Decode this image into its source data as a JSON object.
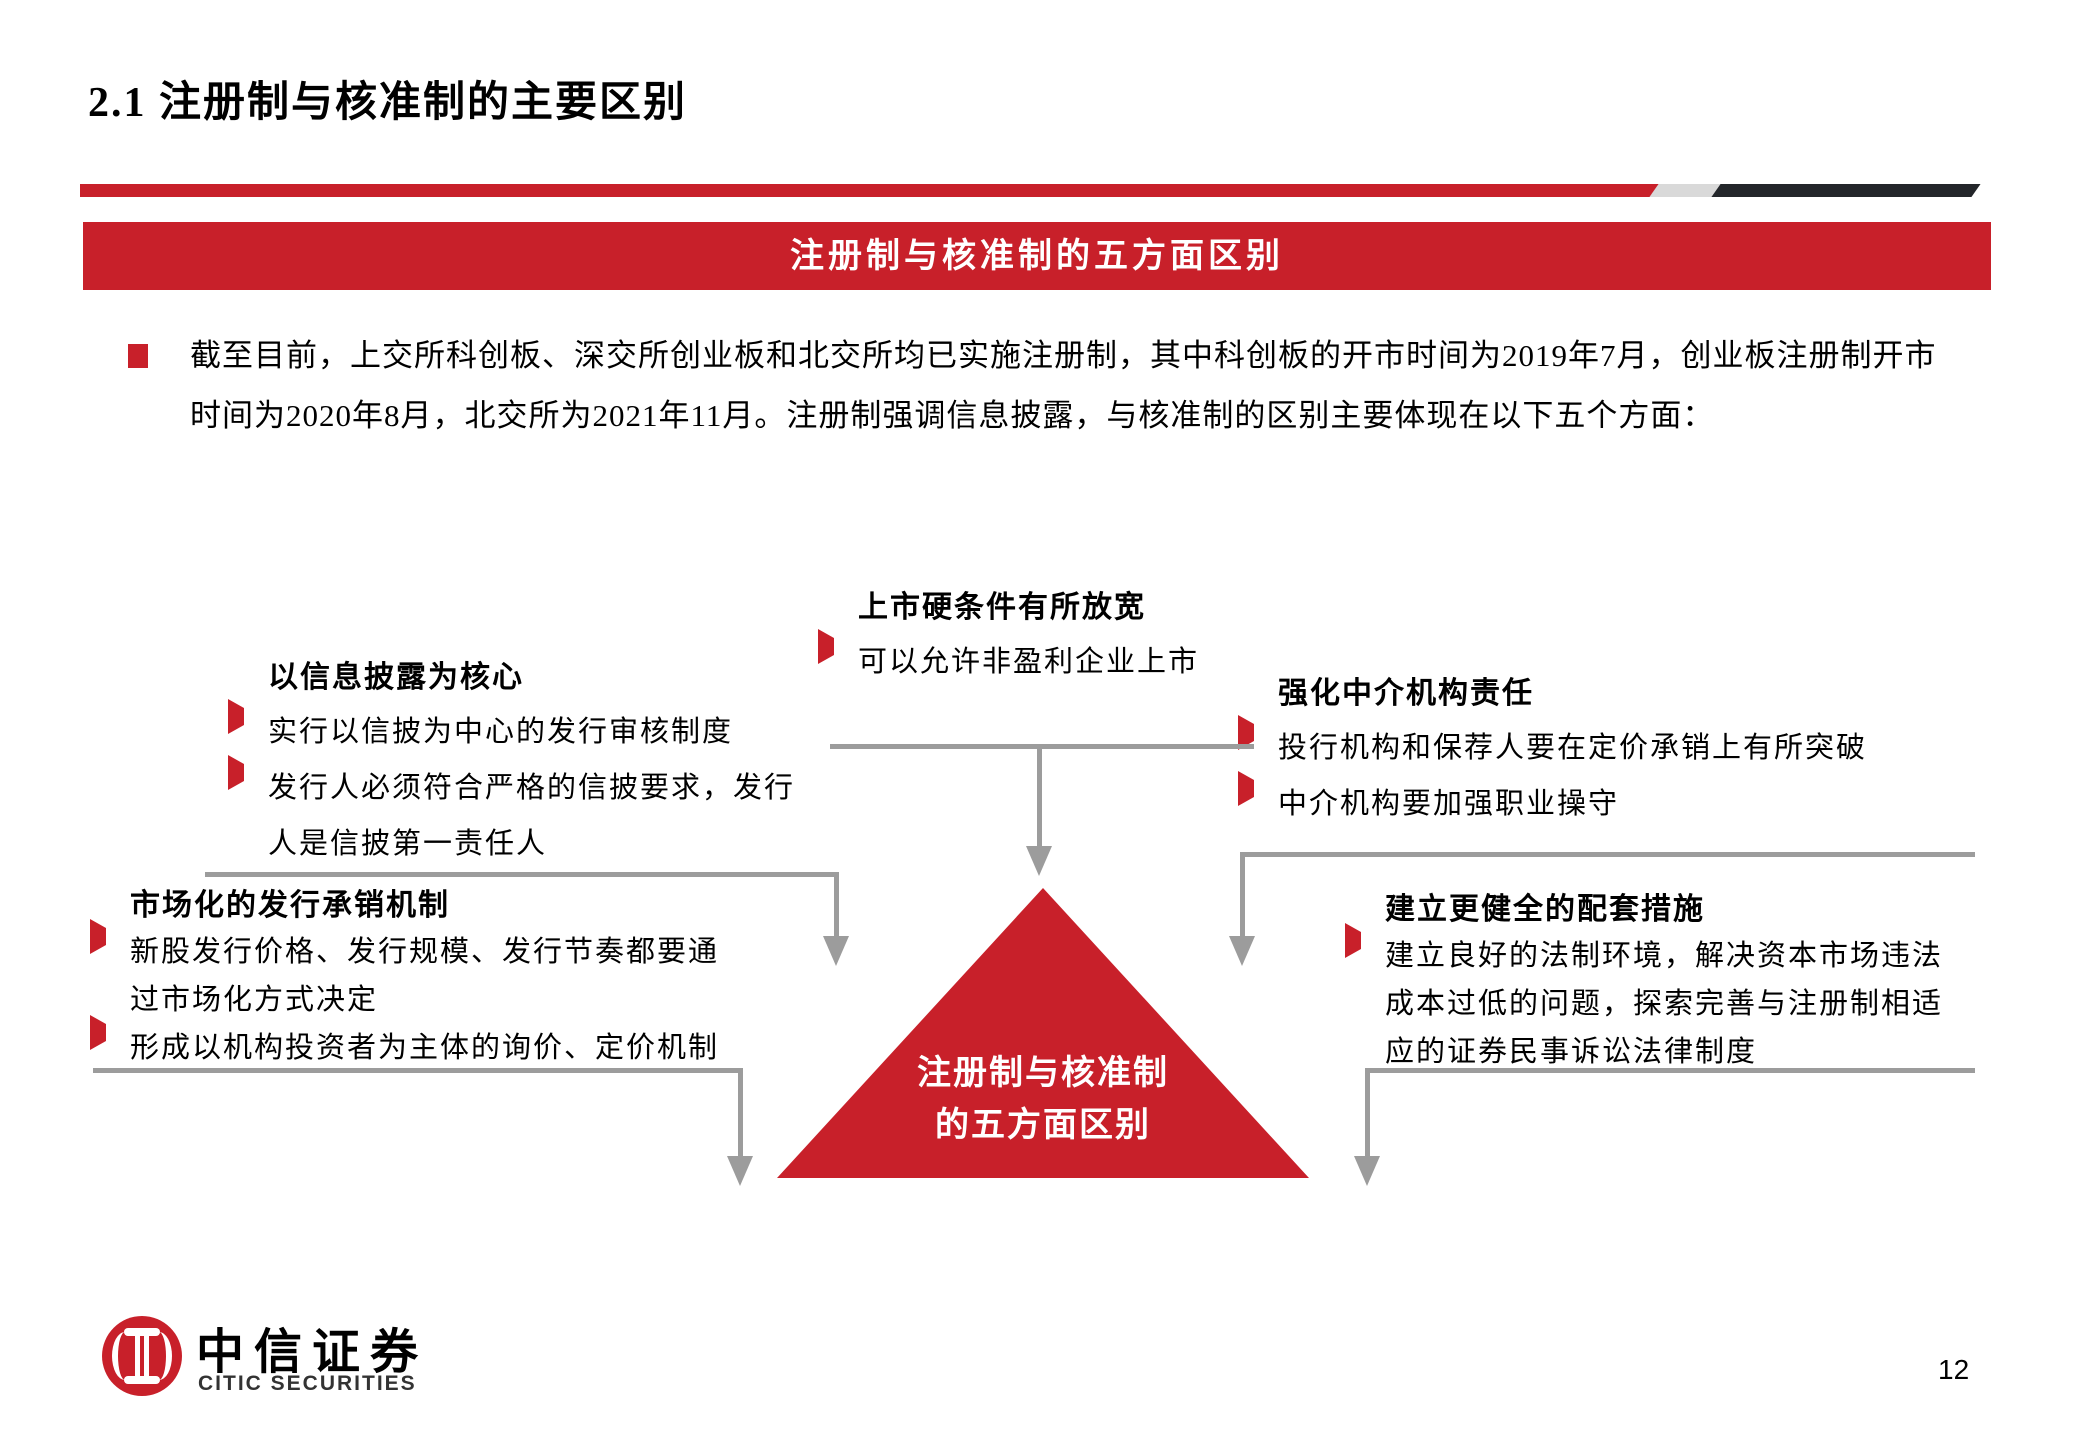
{
  "page": {
    "title": "2.1 注册制与核准制的主要区别",
    "page_number": "12"
  },
  "banner": {
    "text": "注册制与核准制的五方面区别"
  },
  "intro": {
    "line1": "截至目前，上交所科创板、深交所创业板和北交所均已实施注册制，其中科创板的开市时间为2019年7月，创业板注册制开市",
    "line2": "时间为2020年8月，北交所为2021年11月。注册制强调信息披露，与核准制的区别主要体现在以下五个方面："
  },
  "diagram": {
    "center_triangle": {
      "line1": "注册制与核准制",
      "line2": "的五方面区别"
    },
    "blocks": {
      "top_center": {
        "header": "上市硬条件有所放宽",
        "rows": [
          "可以允许非盈利企业上市"
        ]
      },
      "middle_left": {
        "header": "以信息披露为核心",
        "rows": [
          "实行以信披为中心的发行审核制度",
          "发行人必须符合严格的信披要求，发行",
          "人是信披第一责任人"
        ]
      },
      "middle_right": {
        "header": "强化中介机构责任",
        "rows": [
          "投行机构和保荐人要在定价承销上有所突破",
          "中介机构要加强职业操守"
        ]
      },
      "bottom_left": {
        "header": "市场化的发行承销机制",
        "rows": [
          "新股发行价格、发行规模、发行节奏都要通",
          "过市场化方式决定",
          "形成以机构投资者为主体的询价、定价机制"
        ]
      },
      "bottom_right": {
        "header": "建立更健全的配套措施",
        "rows": [
          "建立良好的法制环境，解决资本市场违法",
          "成本过低的问题，探索完善与注册制相适",
          "应的证券民事诉讼法律制度"
        ]
      }
    }
  },
  "footer": {
    "company_cn": "中信证券",
    "company_en": "CITIC SECURITIES"
  },
  "colors": {
    "accent_red": "#C8202A",
    "connector_gray": "#9C9C9C",
    "rule_dark": "#23262A",
    "rule_light_gray": "#D9D9D9"
  }
}
